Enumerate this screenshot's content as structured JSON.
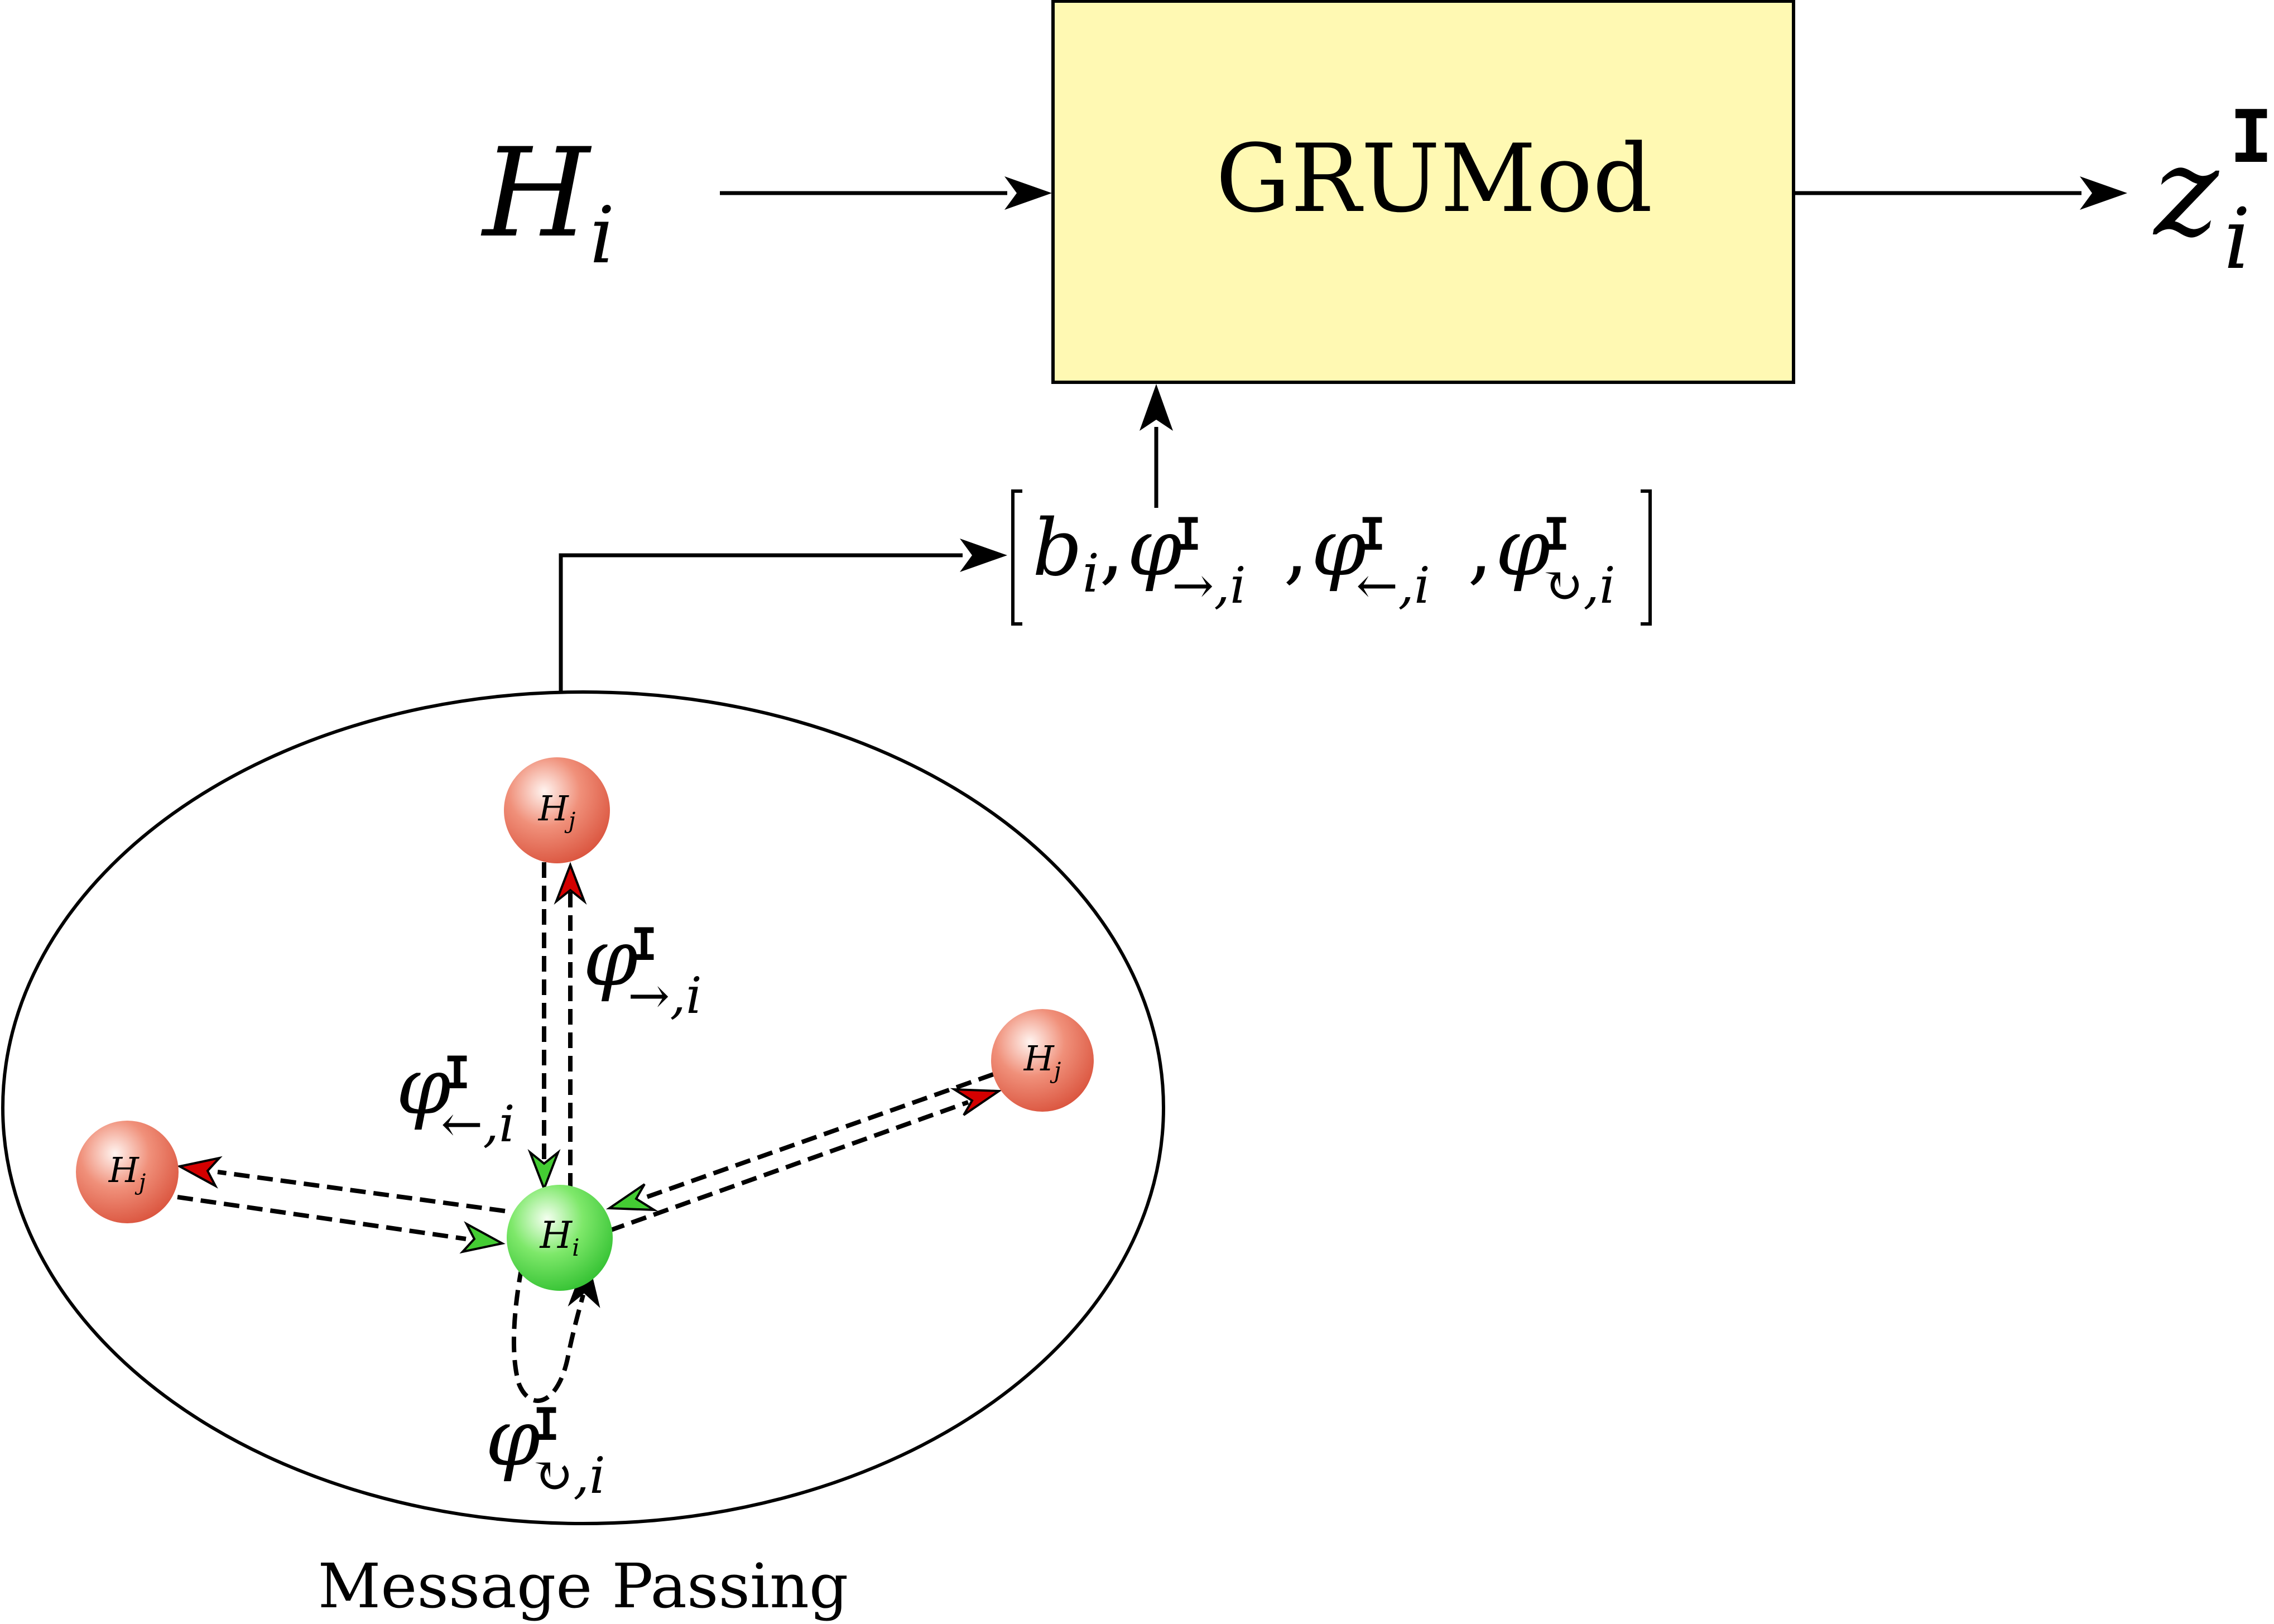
{
  "block": {
    "label": "GRUMod",
    "fill": "#fff9b3"
  },
  "input": {
    "symbol": "H",
    "subscript": "i"
  },
  "output": {
    "symbol": "z",
    "subscript": "i",
    "superscript": "I"
  },
  "feature_vector": {
    "bracket_open": "[",
    "bracket_close": "]",
    "terms": [
      {
        "symbol": "b",
        "subscript": "i",
        "superscript": ""
      },
      {
        "symbol": "φ",
        "subscript": "→,i",
        "superscript": "I"
      },
      {
        "symbol": "φ",
        "subscript": "←,i",
        "superscript": "I"
      },
      {
        "symbol": "φ",
        "subscript": "↻,i",
        "superscript": "I"
      }
    ],
    "separator": ","
  },
  "message_passing": {
    "caption": "Message Passing",
    "center_node": {
      "symbol": "H",
      "subscript": "i",
      "color": "#3fd13f"
    },
    "neighbor_node": {
      "symbol": "H",
      "subscript": "j",
      "color": "#e0614a"
    },
    "neighbor_count": 3,
    "messages": {
      "outgoing": {
        "symbol": "φ",
        "subscript": "→,i",
        "superscript": "I"
      },
      "incoming": {
        "symbol": "φ",
        "subscript": "←,i",
        "superscript": "I"
      },
      "self": {
        "symbol": "φ",
        "subscript": "↻,i",
        "superscript": "I"
      }
    },
    "arrow_colors": {
      "outgoing": "#d40000",
      "incoming": "#44cc33"
    }
  }
}
